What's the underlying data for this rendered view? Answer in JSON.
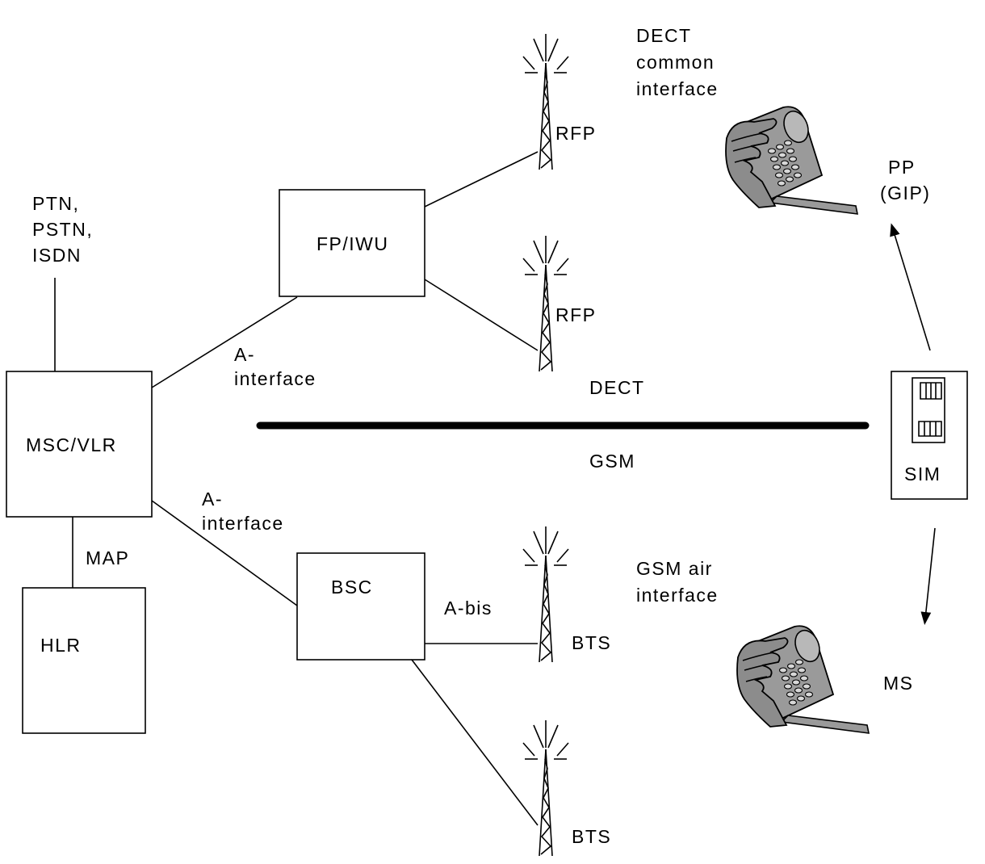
{
  "labels": {
    "ptn": "PTN,",
    "pstn": "PSTN,",
    "isdn": "ISDN",
    "msc_vlr": "MSC/VLR",
    "hlr": "HLR",
    "map": "MAP",
    "fp_iwu": "FP/IWU",
    "bsc": "BSC",
    "a_interface_top_1": "A-",
    "a_interface_top_2": "interface",
    "a_interface_bottom_1": "A-",
    "a_interface_bottom_2": "interface",
    "a_bis": "A-bis",
    "rfp_1": "RFP",
    "rfp_2": "RFP",
    "bts_1": "BTS",
    "bts_2": "BTS",
    "dect_common_1": "DECT",
    "dect_common_2": "common",
    "dect_common_3": "interface",
    "gsm_air_1": "GSM air",
    "gsm_air_2": "interface",
    "dect": "DECT",
    "gsm": "GSM",
    "sim": "SIM",
    "pp_1": "PP",
    "pp_2": "(GIP)",
    "ms": "MS"
  },
  "icons": [
    "antenna-tower-icon",
    "mobile-phone-in-hand-icon",
    "sim-card-icon",
    "arrow-icon"
  ],
  "colors": {
    "line": "#000000",
    "phone_body": "#9a9a9a",
    "hand": "#8c8c8c",
    "background": "#ffffff"
  }
}
